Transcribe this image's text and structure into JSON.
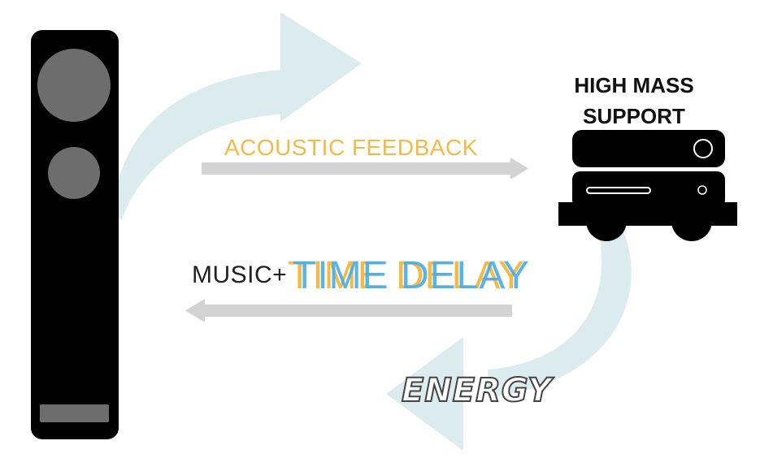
{
  "labels": {
    "acoustic_feedback": "ACOUSTIC FEEDBACK",
    "high_mass_support": "HIGH MASS\nSUPPORT",
    "music_plus": "MUSIC+",
    "time_delay": "TIME DELAY",
    "energy": "ENERGY"
  },
  "colors": {
    "speaker": "#000000",
    "driver": "#6d6d6d",
    "curved_arrow": "#dcecee",
    "straight_arrow": "#d3d3d3",
    "acoustic_text": "#f5b945",
    "time_delay_orange": "#f5b945",
    "time_delay_blue": "#49aee8"
  }
}
